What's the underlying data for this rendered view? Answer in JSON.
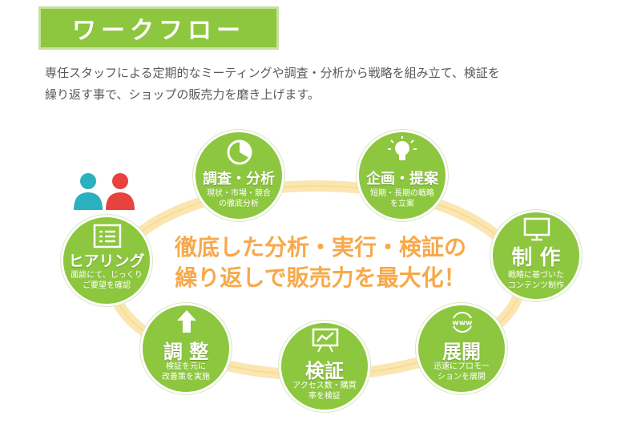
{
  "header": {
    "title": "ワークフロー"
  },
  "intro": {
    "line1": "専任スタッフによる定期的なミーティングや調査・分析から戦略を組み立て、検証を",
    "line2": "繰り返す事で、ショップの販売力を磨き上げます。"
  },
  "tagline": {
    "line1": "徹底した分析・実行・検証の",
    "line2": "繰り返しで販売力を最大化！"
  },
  "steps": [
    {
      "key": "hearing",
      "title": "ヒアリング",
      "desc": "面談にて、じっくり\nご要望を確認",
      "icon": "checklist-icon"
    },
    {
      "key": "research",
      "title": "調査・分析",
      "desc": "現状・市場・競合\nの徹底分析",
      "icon": "pie-chart-icon"
    },
    {
      "key": "planning",
      "title": "企画・提案",
      "desc": "短期・長期の戦略\nを立案",
      "icon": "lightbulb-icon"
    },
    {
      "key": "production",
      "title": "制 作",
      "desc": "戦略に基づいた\nコンテンツ制作",
      "icon": "monitor-icon"
    },
    {
      "key": "deploy",
      "title": "展開",
      "desc": "迅速にプロモー\nションを展開",
      "icon": "globe-www-icon"
    },
    {
      "key": "verify",
      "title": "検証",
      "desc": "アクセス数・購買\n率を検証",
      "icon": "presentation-chart-icon"
    },
    {
      "key": "adjust",
      "title": "調 整",
      "desc": "検証を元に\n改善策を実施",
      "icon": "arrow-up-icon"
    }
  ],
  "colors": {
    "node_green": "#8dc63f",
    "ring_fill": "#fdf3d8",
    "ring_stroke": "#f6d98a",
    "tagline_orange": "#f7a94b",
    "person_teal": "#2bb0c0",
    "person_red": "#e8423f"
  }
}
